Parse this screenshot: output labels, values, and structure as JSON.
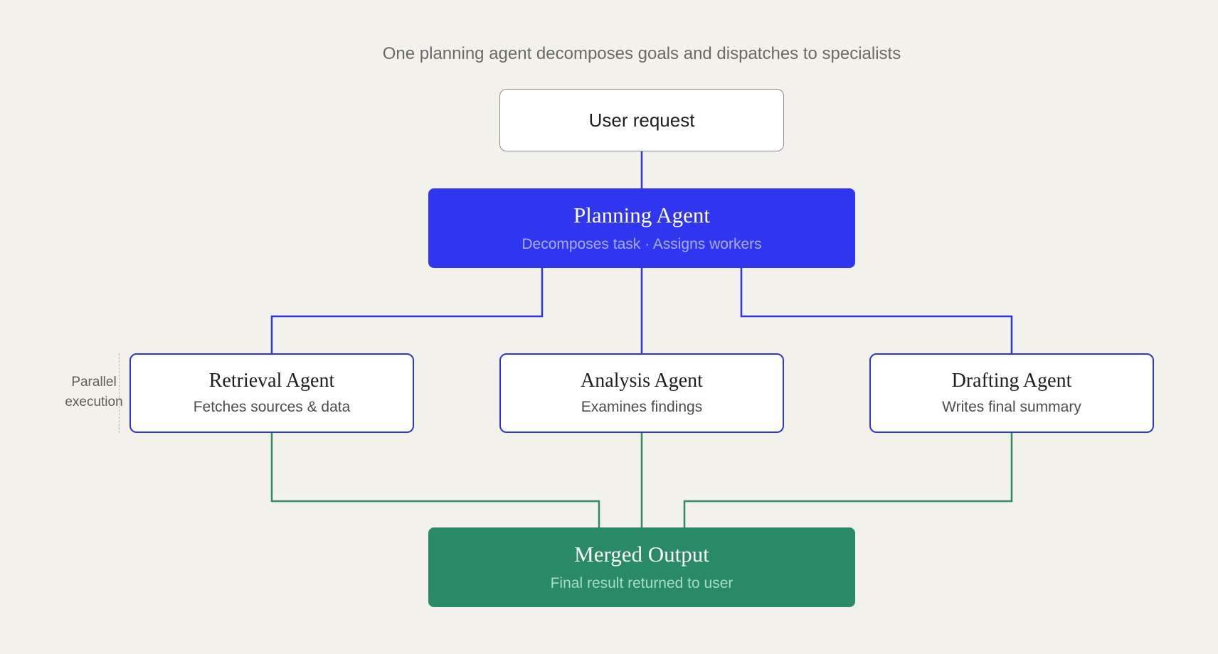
{
  "caption": "One planning agent decomposes goals and dispatches to specialists",
  "nodes": {
    "user_request": {
      "title": "User request"
    },
    "planning": {
      "title": "Planning Agent",
      "subtitle": "Decomposes task · Assigns workers"
    },
    "retrieval": {
      "title": "Retrieval Agent",
      "subtitle": "Fetches sources & data"
    },
    "analysis": {
      "title": "Analysis Agent",
      "subtitle": "Examines findings"
    },
    "drafting": {
      "title": "Drafting Agent",
      "subtitle": "Writes final summary"
    },
    "output": {
      "title": "Merged Output",
      "subtitle": "Final result returned to user"
    }
  },
  "annotation": {
    "line1": "Parallel",
    "line2": "execution"
  },
  "colors": {
    "background": "#f2f1ec",
    "planning_fill": "#3035f0",
    "dispatch_line": "#2f35d8",
    "output_fill": "#288a66",
    "merge_line": "#2e8a64"
  }
}
